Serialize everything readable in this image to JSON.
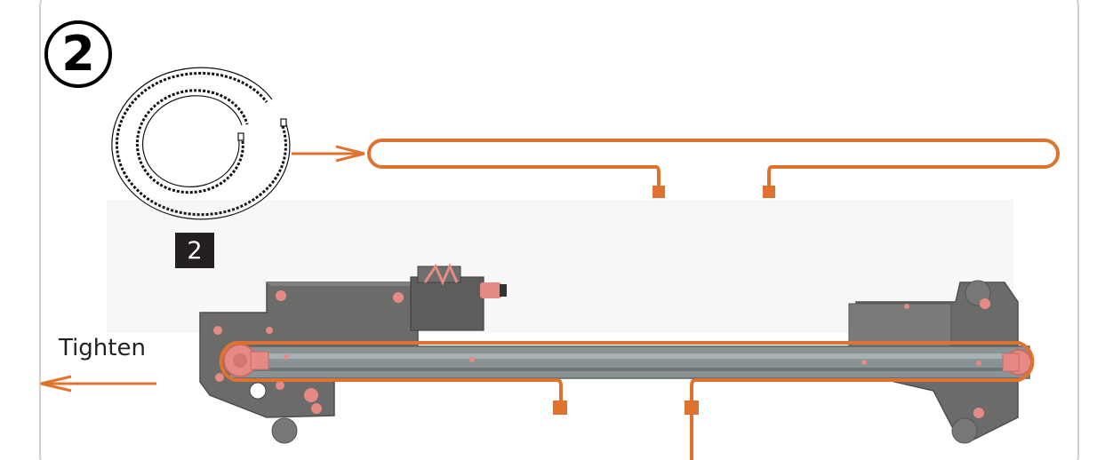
{
  "step": {
    "number": "2"
  },
  "part": {
    "name_icon": "timing-belt-coil-icon",
    "quantity": "2"
  },
  "instruction": {
    "direction_label": "Tighten"
  },
  "colors": {
    "belt_orange": "#e07230",
    "frame_gray": "#6b6b69",
    "rail_gray": "#8a9396",
    "pulley_pink": "#e58a84",
    "badge_dark": "#231f20"
  }
}
